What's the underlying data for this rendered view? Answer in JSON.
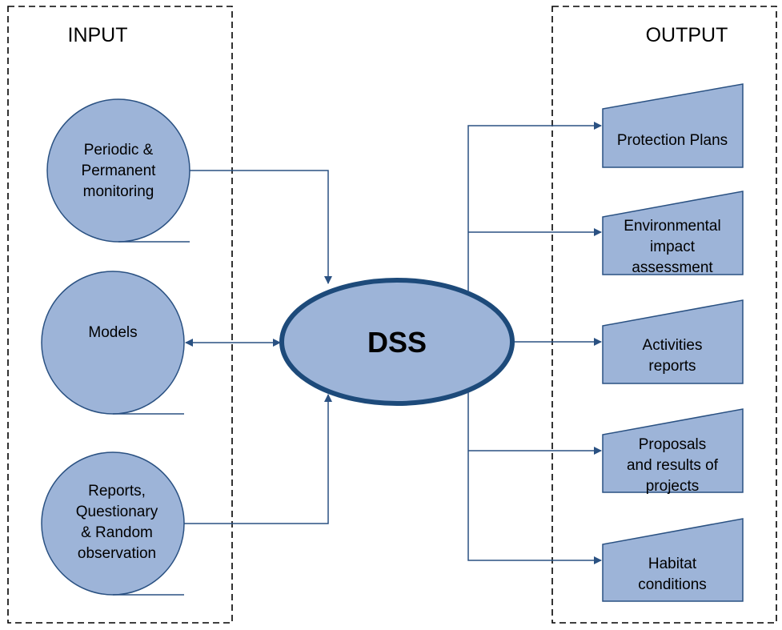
{
  "input_section": {
    "title": "INPUT"
  },
  "output_section": {
    "title": "OUTPUT"
  },
  "center": {
    "label": "DSS"
  },
  "inputs": [
    {
      "lines": [
        "Periodic &",
        "Permanent",
        "monitoring"
      ]
    },
    {
      "lines": [
        "Models"
      ]
    },
    {
      "lines": [
        "Reports,",
        "Questionary",
        "& Random",
        "observation"
      ]
    }
  ],
  "outputs": [
    {
      "lines": [
        "Protection Plans"
      ]
    },
    {
      "lines": [
        "Environmental",
        "impact",
        "assessment"
      ]
    },
    {
      "lines": [
        "Activities",
        "reports"
      ]
    },
    {
      "lines": [
        "Proposals",
        "and results of",
        "projects"
      ]
    },
    {
      "lines": [
        "Habitat",
        "conditions"
      ]
    }
  ],
  "colors": {
    "fill": "#9db4d8",
    "stroke": "#2a5182",
    "center_stroke": "#1d4a7a",
    "text": "#000000"
  }
}
